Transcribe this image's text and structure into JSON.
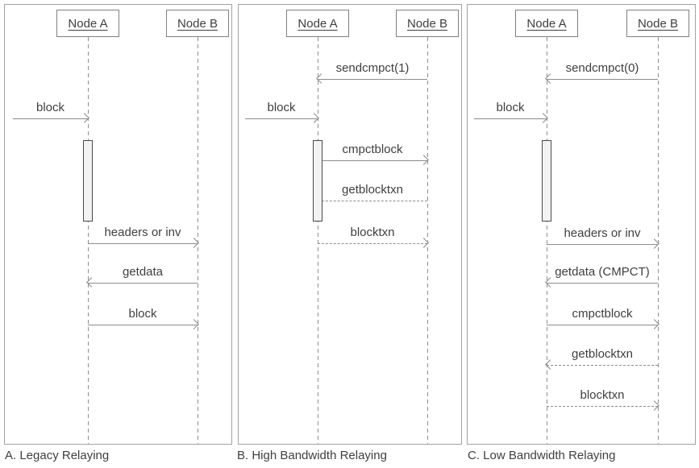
{
  "panels": [
    {
      "caption": "A. Legacy Relaying",
      "actor_a": "Node A",
      "actor_b": "Node B",
      "messages": [
        {
          "label": "block",
          "from": "external",
          "to": "Node A",
          "line": "solid"
        },
        {
          "label": "headers or inv",
          "from": "Node A",
          "to": "Node B",
          "line": "solid"
        },
        {
          "label": "getdata",
          "from": "Node B",
          "to": "Node A",
          "line": "solid"
        },
        {
          "label": "block",
          "from": "Node A",
          "to": "Node B",
          "line": "solid"
        }
      ]
    },
    {
      "caption": "B. High Bandwidth Relaying",
      "actor_a": "Node A",
      "actor_b": "Node B",
      "messages": [
        {
          "label": "sendcmpct(1)",
          "from": "Node B",
          "to": "Node A",
          "line": "solid"
        },
        {
          "label": "block",
          "from": "external",
          "to": "Node A",
          "line": "solid"
        },
        {
          "label": "cmpctblock",
          "from": "Node A",
          "to": "Node B",
          "line": "solid"
        },
        {
          "label": "getblocktxn",
          "from": "Node B",
          "to": "Node A",
          "line": "dashed"
        },
        {
          "label": "blocktxn",
          "from": "Node A",
          "to": "Node B",
          "line": "dashed"
        }
      ]
    },
    {
      "caption": "C. Low Bandwidth Relaying",
      "actor_a": "Node A",
      "actor_b": "Node B",
      "messages": [
        {
          "label": "sendcmpct(0)",
          "from": "Node B",
          "to": "Node A",
          "line": "solid"
        },
        {
          "label": "block",
          "from": "external",
          "to": "Node A",
          "line": "solid"
        },
        {
          "label": "headers or inv",
          "from": "Node A",
          "to": "Node B",
          "line": "solid"
        },
        {
          "label": "getdata (CMPCT)",
          "from": "Node B",
          "to": "Node A",
          "line": "solid"
        },
        {
          "label": "cmpctblock",
          "from": "Node A",
          "to": "Node B",
          "line": "solid"
        },
        {
          "label": "getblocktxn",
          "from": "Node B",
          "to": "Node A",
          "line": "dashed"
        },
        {
          "label": "blocktxn",
          "from": "Node A",
          "to": "Node B",
          "line": "dashed"
        }
      ]
    }
  ],
  "colors": {
    "line_gray": "#8c8c8c",
    "text_gray": "#3f3f3f",
    "panel_border": "#a3a3a3",
    "actor_border": "#808080",
    "activation_fill": "#f2f2f2",
    "activation_border": "#4a4a4a"
  }
}
